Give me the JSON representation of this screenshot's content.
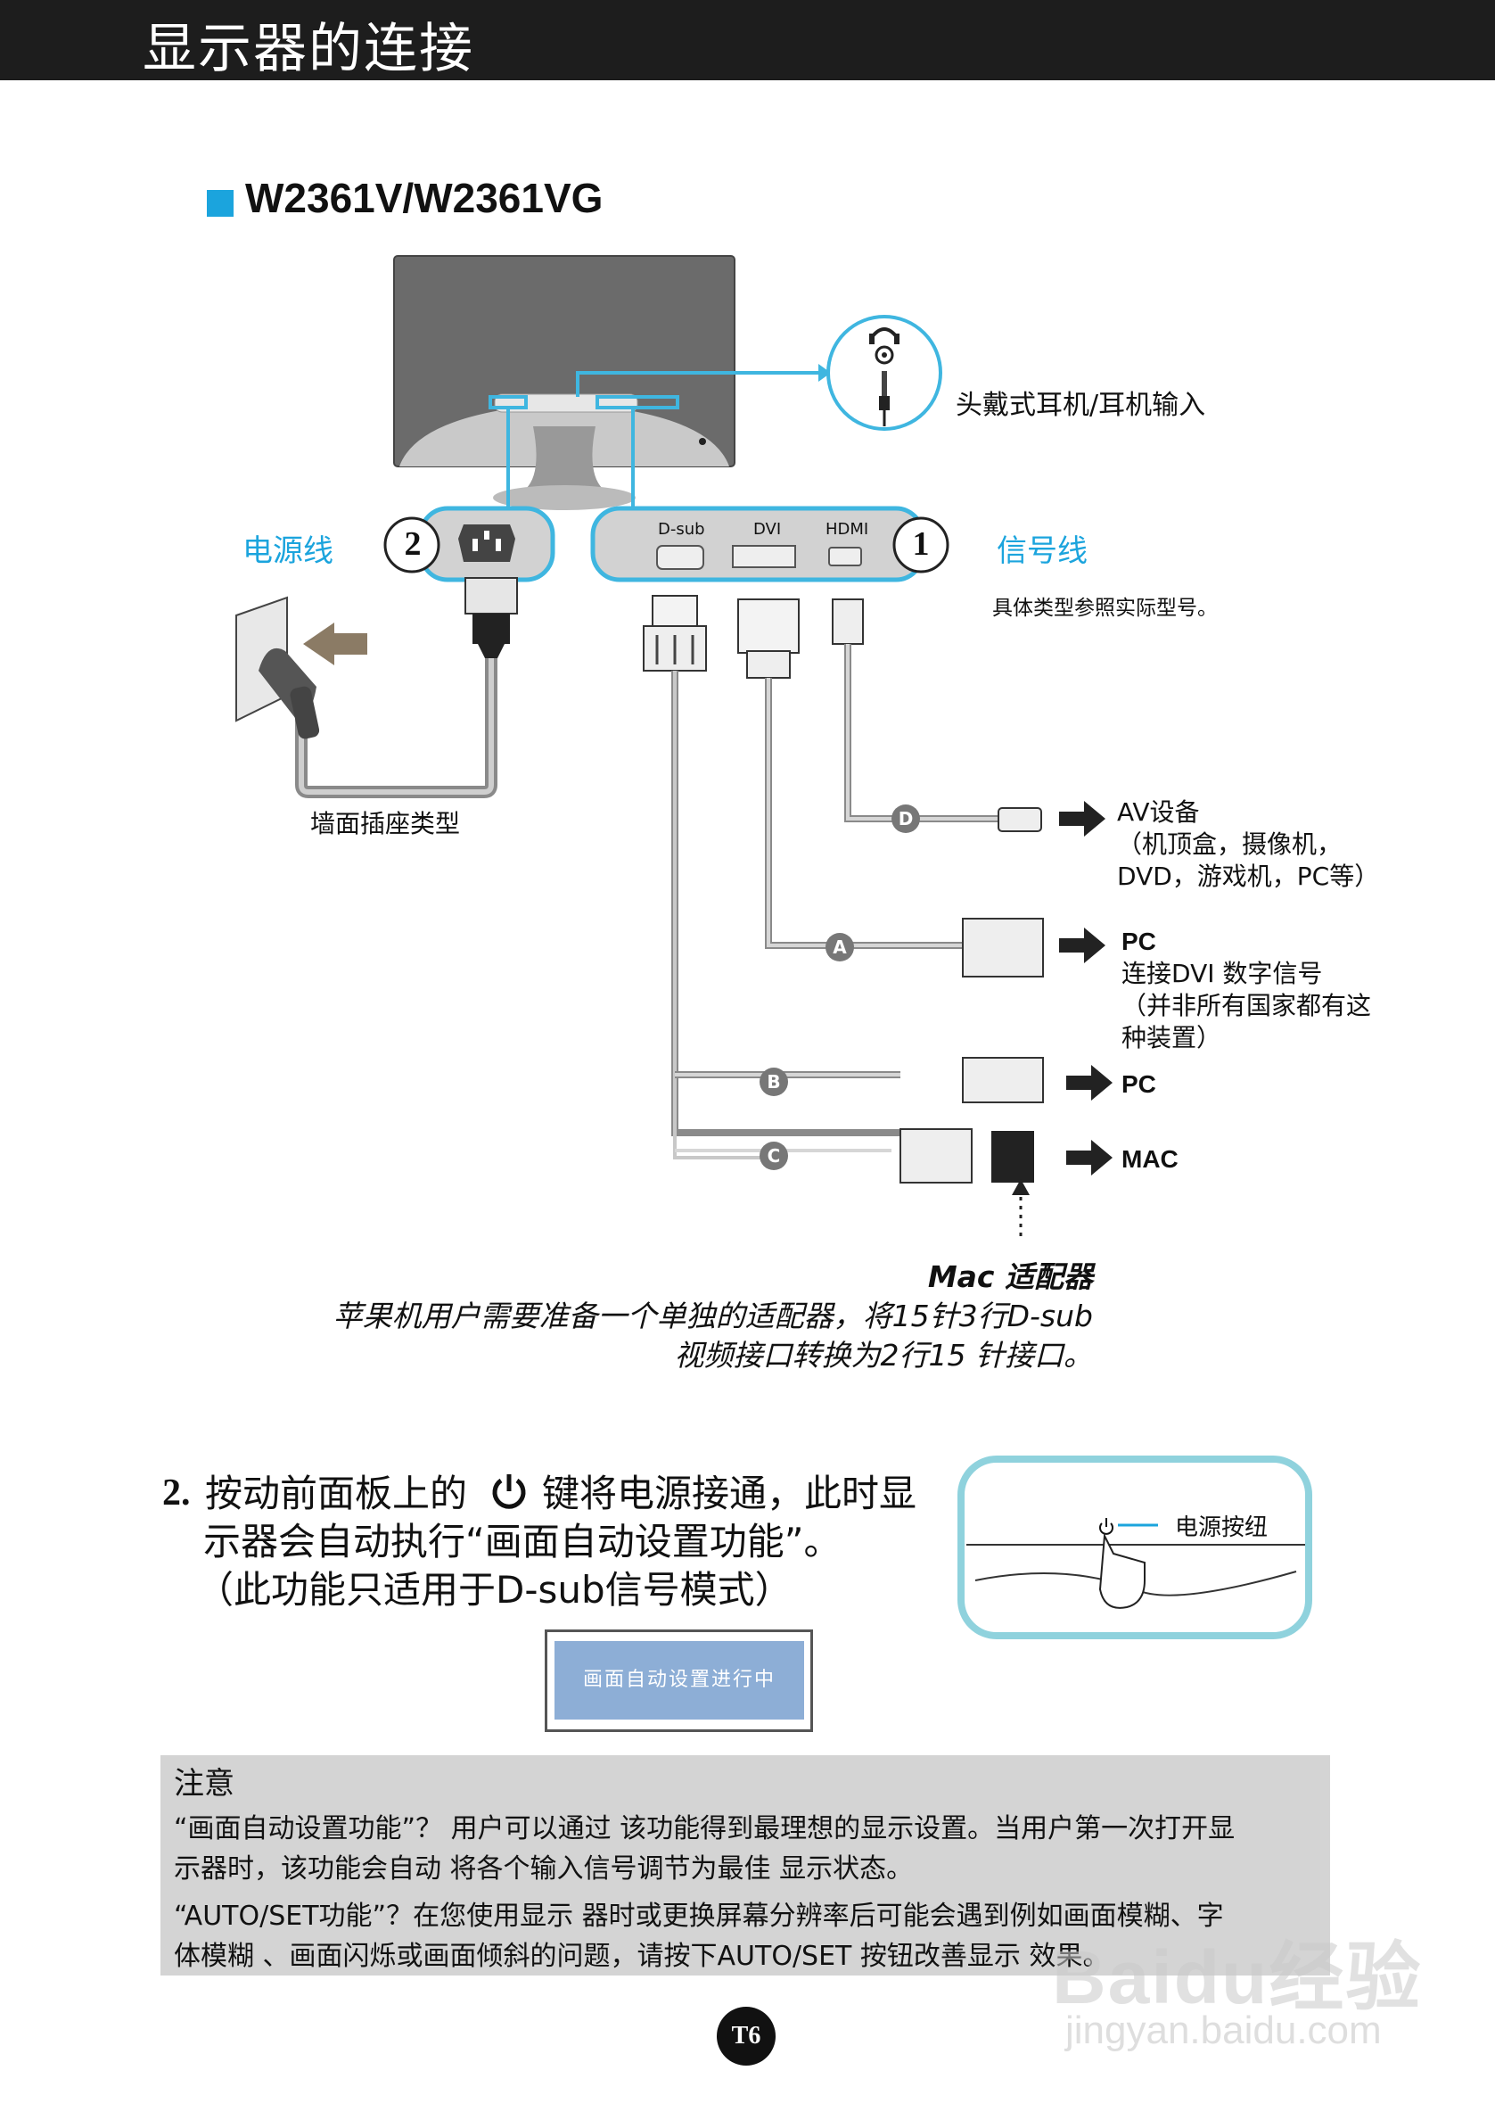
{
  "header": {
    "title": "显示器的连接"
  },
  "model": {
    "title": "W2361V/W2361VG"
  },
  "colors": {
    "accent": "#1ba4dd",
    "header_bg": "#1d1d1d",
    "osd_bg": "#8daed6",
    "panel_border": "#8fd2dd"
  },
  "diagram": {
    "headphone_label": "头戴式耳机/耳机输入",
    "power_cable_label": "电源线",
    "power_badge": "2",
    "signal_cable_label": "信号线",
    "signal_badge": "1",
    "signal_note": "具体类型参照实际型号。",
    "ports": [
      "D-sub",
      "DVI",
      "HDMI"
    ],
    "wall_socket_label": "墙面插座类型",
    "cable_markers": [
      "D",
      "A",
      "B",
      "C"
    ],
    "av_device": {
      "title": "AV设备",
      "line1": "（机顶盒，摄像机，",
      "line2": "DVD，游戏机，PC等）"
    },
    "pc_dvi": {
      "title": "PC",
      "line1": "连接DVI 数字信号",
      "line2": "（并非所有国家都有这",
      "line3": "种装置）"
    },
    "pc_vga": "PC",
    "mac": "MAC",
    "mac_adapter": {
      "title": "Mac 适配器",
      "line1": "苹果机用户需要准备一个单独的适配器，将15针3行D-sub",
      "line2": "视频接口转换为2行15 针接口。"
    }
  },
  "step2": {
    "number": "2.",
    "line1_a": "按动前面板上的",
    "line1_b": "键将电源接通，此时显",
    "line2": "示器会自动执行“画面自动设置功能”。",
    "line3": "（此功能只适用于D-sub信号模式）",
    "power_button_label": "电源按纽",
    "osd_message": "画面自动设置进行中"
  },
  "notice": {
    "title": "注意",
    "para1_line1": "“画面自动设置功能”？ 用户可以通过 该功能得到最理想的显示设置。当用户第一次打开显",
    "para1_line2": "示器时，该功能会自动 将各个输入信号调节为最佳 显示状态。",
    "para2_line1": "“AUTO/SET功能”？在您使用显示 器时或更换屏幕分辨率后可能会遇到例如画面模糊、字",
    "para2_line2": "体模糊 、画面闪烁或画面倾斜的问题，请按下AUTO/SET 按钮改善显示 效果。"
  },
  "footer": {
    "page_number": "T6",
    "watermark": "Baidu经验",
    "watermark_url": "jingyan.baidu.com"
  }
}
